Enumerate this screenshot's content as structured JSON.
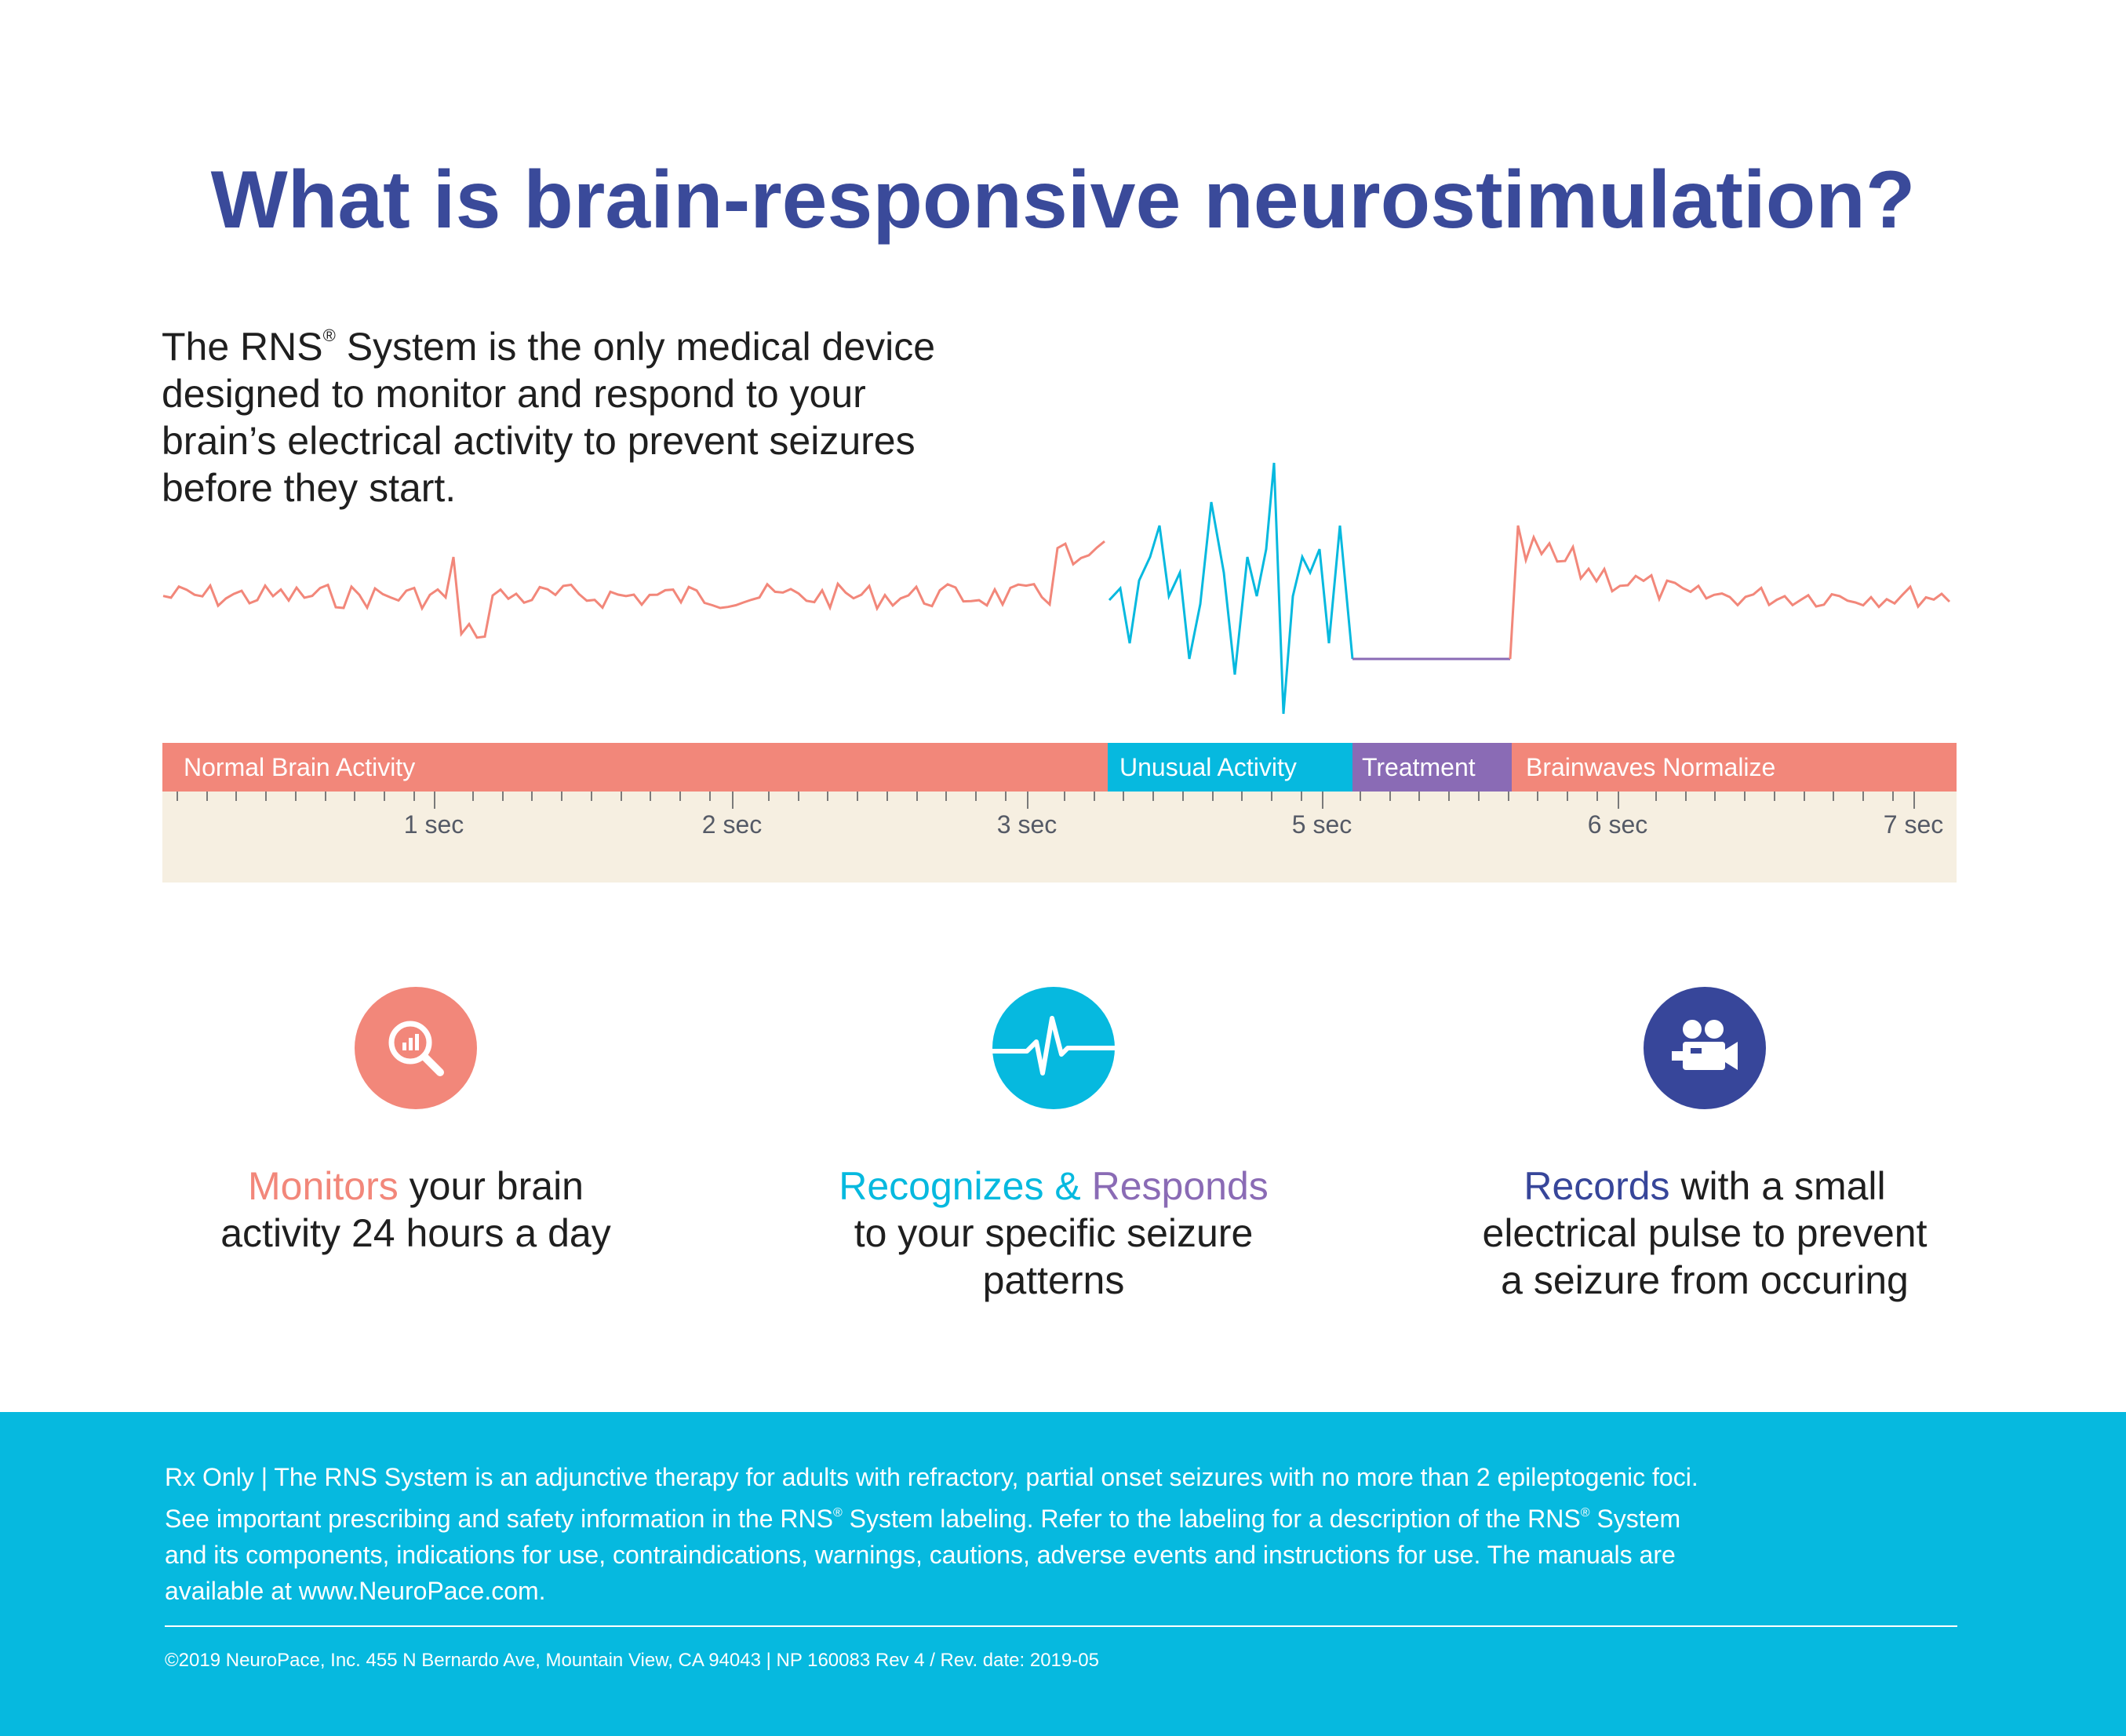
{
  "title": "What is brain-responsive neurostimulation?",
  "intro": {
    "line1_pre": "The RNS",
    "reg": "®",
    "line1_post": " System is the only medical device",
    "line2": "designed to monitor and respond to your",
    "line3": "brain’s electrical activity to prevent seizures",
    "line4": "before they start."
  },
  "timeline": {
    "phases": [
      {
        "label": "Normal Brain Activity",
        "color": "#f2877a"
      },
      {
        "label": "Unusual Activity",
        "color": "#06b9df"
      },
      {
        "label": "Treatment",
        "color": "#8a6bb5"
      },
      {
        "label": "Brainwaves Normalize",
        "color": "#f2877a"
      }
    ],
    "tick_labels": [
      "1 sec",
      "2 sec",
      "3 sec",
      "5 sec",
      "6 sec",
      "7 sec"
    ],
    "axis_background": "#f6efe1"
  },
  "features": [
    {
      "icon": "magnifier-chart-icon",
      "color": "#f2877a",
      "highlight1": "Monitors",
      "joiner": "",
      "highlight2": "",
      "rest1": " your brain",
      "line2": "activity 24 hours a day",
      "line3": ""
    },
    {
      "icon": "brainwave-pulse-icon",
      "color": "#06b9df",
      "highlight1": "Recognizes &",
      "joiner": " ",
      "highlight2": "Responds",
      "rest1": "",
      "line2": "to your specific seizure",
      "line3": "patterns"
    },
    {
      "icon": "video-camera-icon",
      "color": "#37469a",
      "highlight1": "Records",
      "joiner": "",
      "highlight2": "",
      "rest1": " with a small",
      "line2": "electrical pulse to prevent",
      "line3": "a seizure from occuring"
    }
  ],
  "colors": {
    "title": "#3a4a9a",
    "normal": "#f2877a",
    "unusual": "#06b9df",
    "treatment": "#8a6bb5",
    "records": "#37469a",
    "footer": "#06b9df"
  },
  "footer": {
    "line1": "Rx Only | The RNS System is an adjunctive therapy for adults with refractory, partial onset seizures with no more than 2 epileptogenic foci.",
    "line2_pre": "See important prescribing and safety information in the RNS",
    "reg": "®",
    "line2_mid": " System labeling. Refer to the labeling for a description of the RNS",
    "line2_post": " System",
    "line3": "and its components, indications for use, contraindications, warnings, cautions, adverse events and instructions for use. The manuals are",
    "line4": "available at www.NeuroPace.com.",
    "copyright": "©2019 NeuroPace, Inc. 455 N Bernardo Ave, Mountain View, CA 94043 | NP 160083 Rev 4 / Rev. date: 2019-05"
  }
}
